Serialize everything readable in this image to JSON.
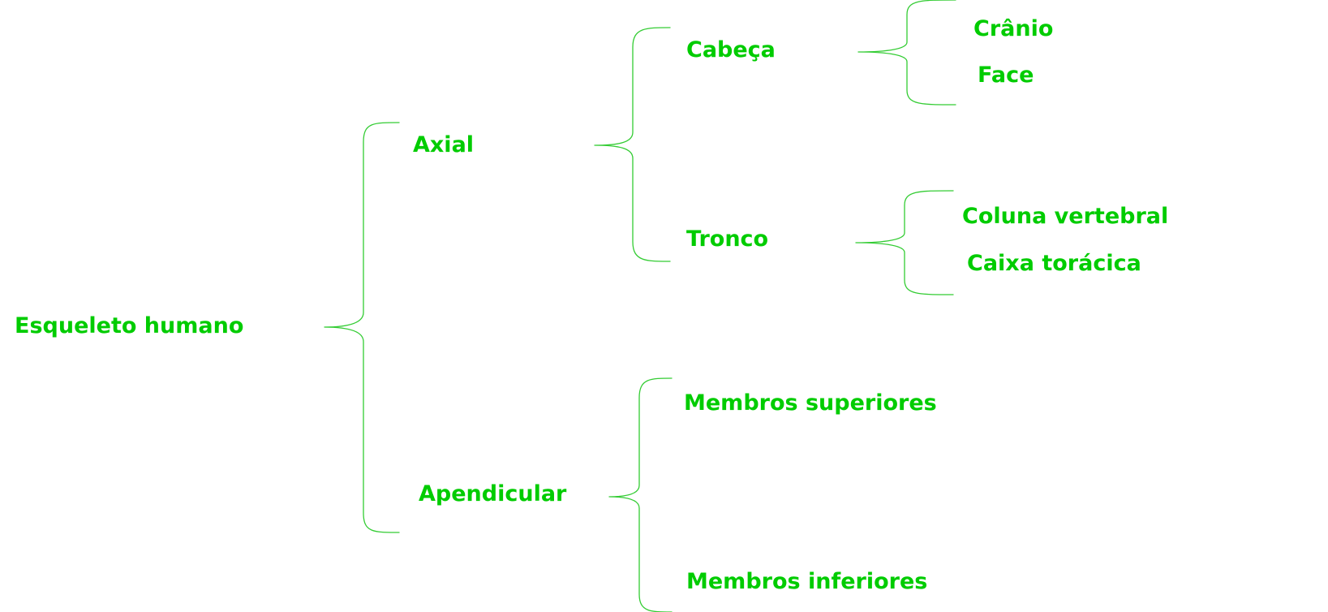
{
  "diagram": {
    "type": "tree-brace",
    "colors": {
      "text": "#00cc00",
      "brace": "#33cc33"
    },
    "nodes": {
      "root": "Esqueleto humano",
      "axial": "Axial",
      "apendicular": "Apendicular",
      "cabeca": "Cabeça",
      "tronco": "Tronco",
      "membros_superiores": "Membros superiores",
      "membros_inferiores": "Membros inferiores",
      "cranio": "Crânio",
      "face": "Face",
      "coluna_vertebral": "Coluna vertebral",
      "caixa_toracica": "Caixa torácica"
    },
    "edges": [
      [
        "root",
        "axial"
      ],
      [
        "root",
        "apendicular"
      ],
      [
        "axial",
        "cabeca"
      ],
      [
        "axial",
        "tronco"
      ],
      [
        "apendicular",
        "membros_superiores"
      ],
      [
        "apendicular",
        "membros_inferiores"
      ],
      [
        "cabeca",
        "cranio"
      ],
      [
        "cabeca",
        "face"
      ],
      [
        "tronco",
        "coluna_vertebral"
      ],
      [
        "tronco",
        "caixa_toracica"
      ]
    ]
  }
}
